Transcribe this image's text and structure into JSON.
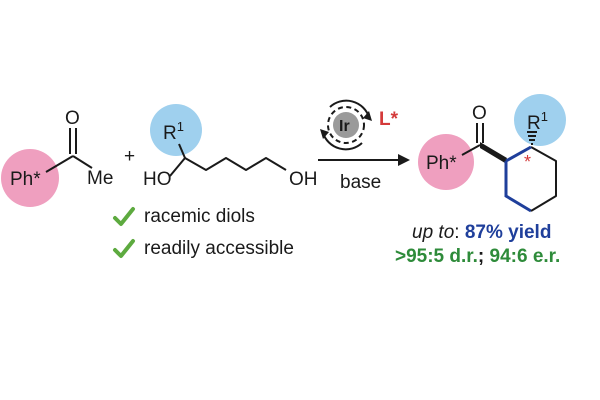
{
  "colors": {
    "ph_circle": "#ef9fbf",
    "r1_circle": "#9fd0ee",
    "catalyst_gray": "#9a9a9a",
    "ligand_red": "#d43a3a",
    "yield_blue": "#1f3f9b",
    "selectivity_green": "#2e8b3a",
    "check_green": "#5daa3f",
    "bond_black": "#1a1a1a",
    "new_bond_blue": "#1f3f9b"
  },
  "ketone": {
    "aryl_label": "Ph*",
    "carbonyl_label": "O",
    "methyl_label": "Me"
  },
  "plus": "+",
  "diol": {
    "r_group": "R",
    "r_sup": "1",
    "oh_left": "HO",
    "oh_right": "OH"
  },
  "arrow": {
    "metal": "Ir",
    "ligand": "L*",
    "below": "base"
  },
  "product": {
    "aryl_label": "Ph*",
    "carbonyl_label": "O",
    "r_group": "R",
    "r_sup": "1",
    "stereo_mark": "*"
  },
  "checklist": [
    {
      "icon": "checkmark-icon",
      "text": "racemic diols"
    },
    {
      "icon": "checkmark-icon",
      "text": "readily accessible"
    }
  ],
  "results": {
    "prefix": "up to",
    "colon": ":",
    "yield": "87% yield",
    "dr": ">95:5 d.r.",
    "sep": ";",
    "er": "94:6 e.r."
  }
}
